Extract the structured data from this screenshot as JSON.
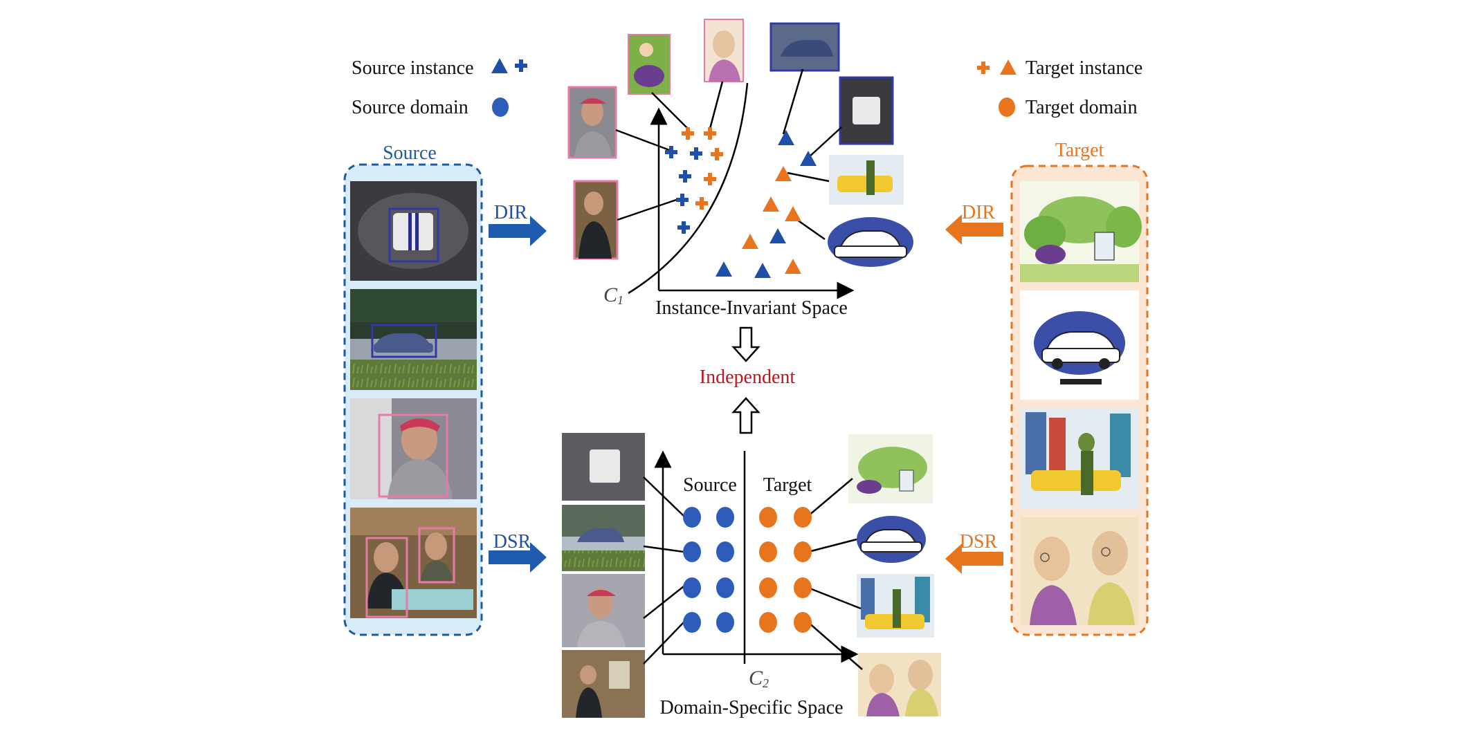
{
  "legend": {
    "source_instance": "Source instance",
    "source_domain": "Source domain",
    "target_instance": "Target instance",
    "target_domain": "Target domain"
  },
  "panels": {
    "source_title": "Source",
    "target_title": "Target"
  },
  "arrows": {
    "dir_left": "DIR",
    "dir_right": "DIR",
    "dsr_left": "DSR",
    "dsr_right": "DSR"
  },
  "spaces": {
    "instance_invariant": "Instance-Invariant Space",
    "domain_specific": "Domain-Specific Space",
    "independent": "Independent",
    "c1_letter": "C",
    "c1_sub": "1",
    "c2_letter": "C",
    "c2_sub": "2",
    "ds_source": "Source",
    "ds_target": "Target"
  },
  "colors": {
    "source": "#1f4fa8",
    "target": "#e8741e",
    "independent": "#c0161e",
    "frame_source": "#1e5aa0",
    "frame_target": "#e8741e",
    "panel_source_bg": "#d7ecf8",
    "panel_target_bg": "#fbe5d3"
  },
  "icons": {
    "triangle": "triangle-icon",
    "plus": "plus-icon",
    "circle": "circle-icon",
    "arrow": "block-arrow-icon",
    "hollow_arrow": "hollow-arrow-icon"
  }
}
